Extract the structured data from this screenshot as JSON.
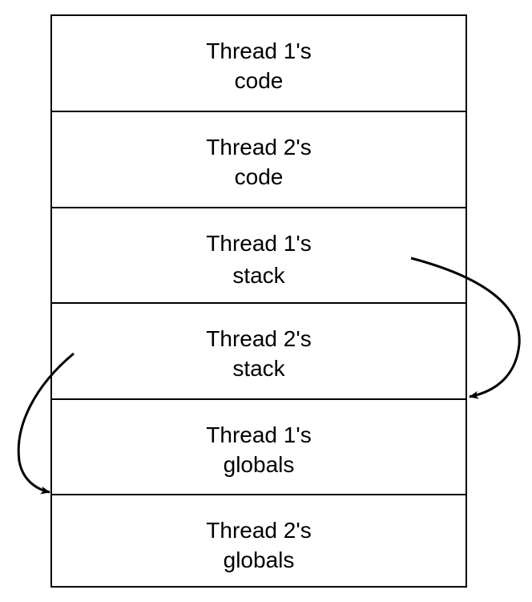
{
  "diagram": {
    "segments": [
      {
        "line1": "Thread 1's",
        "line2": "code"
      },
      {
        "line1": "Thread 2's",
        "line2": "code"
      },
      {
        "line1": "Thread 1's",
        "line2": "stack"
      },
      {
        "line1": "Thread 2's",
        "line2": "stack"
      },
      {
        "line1": "Thread 1's",
        "line2": "globals"
      },
      {
        "line1": "Thread 2's",
        "line2": "globals"
      }
    ],
    "colors": {
      "stroke": "#000000",
      "background": "#ffffff"
    }
  }
}
